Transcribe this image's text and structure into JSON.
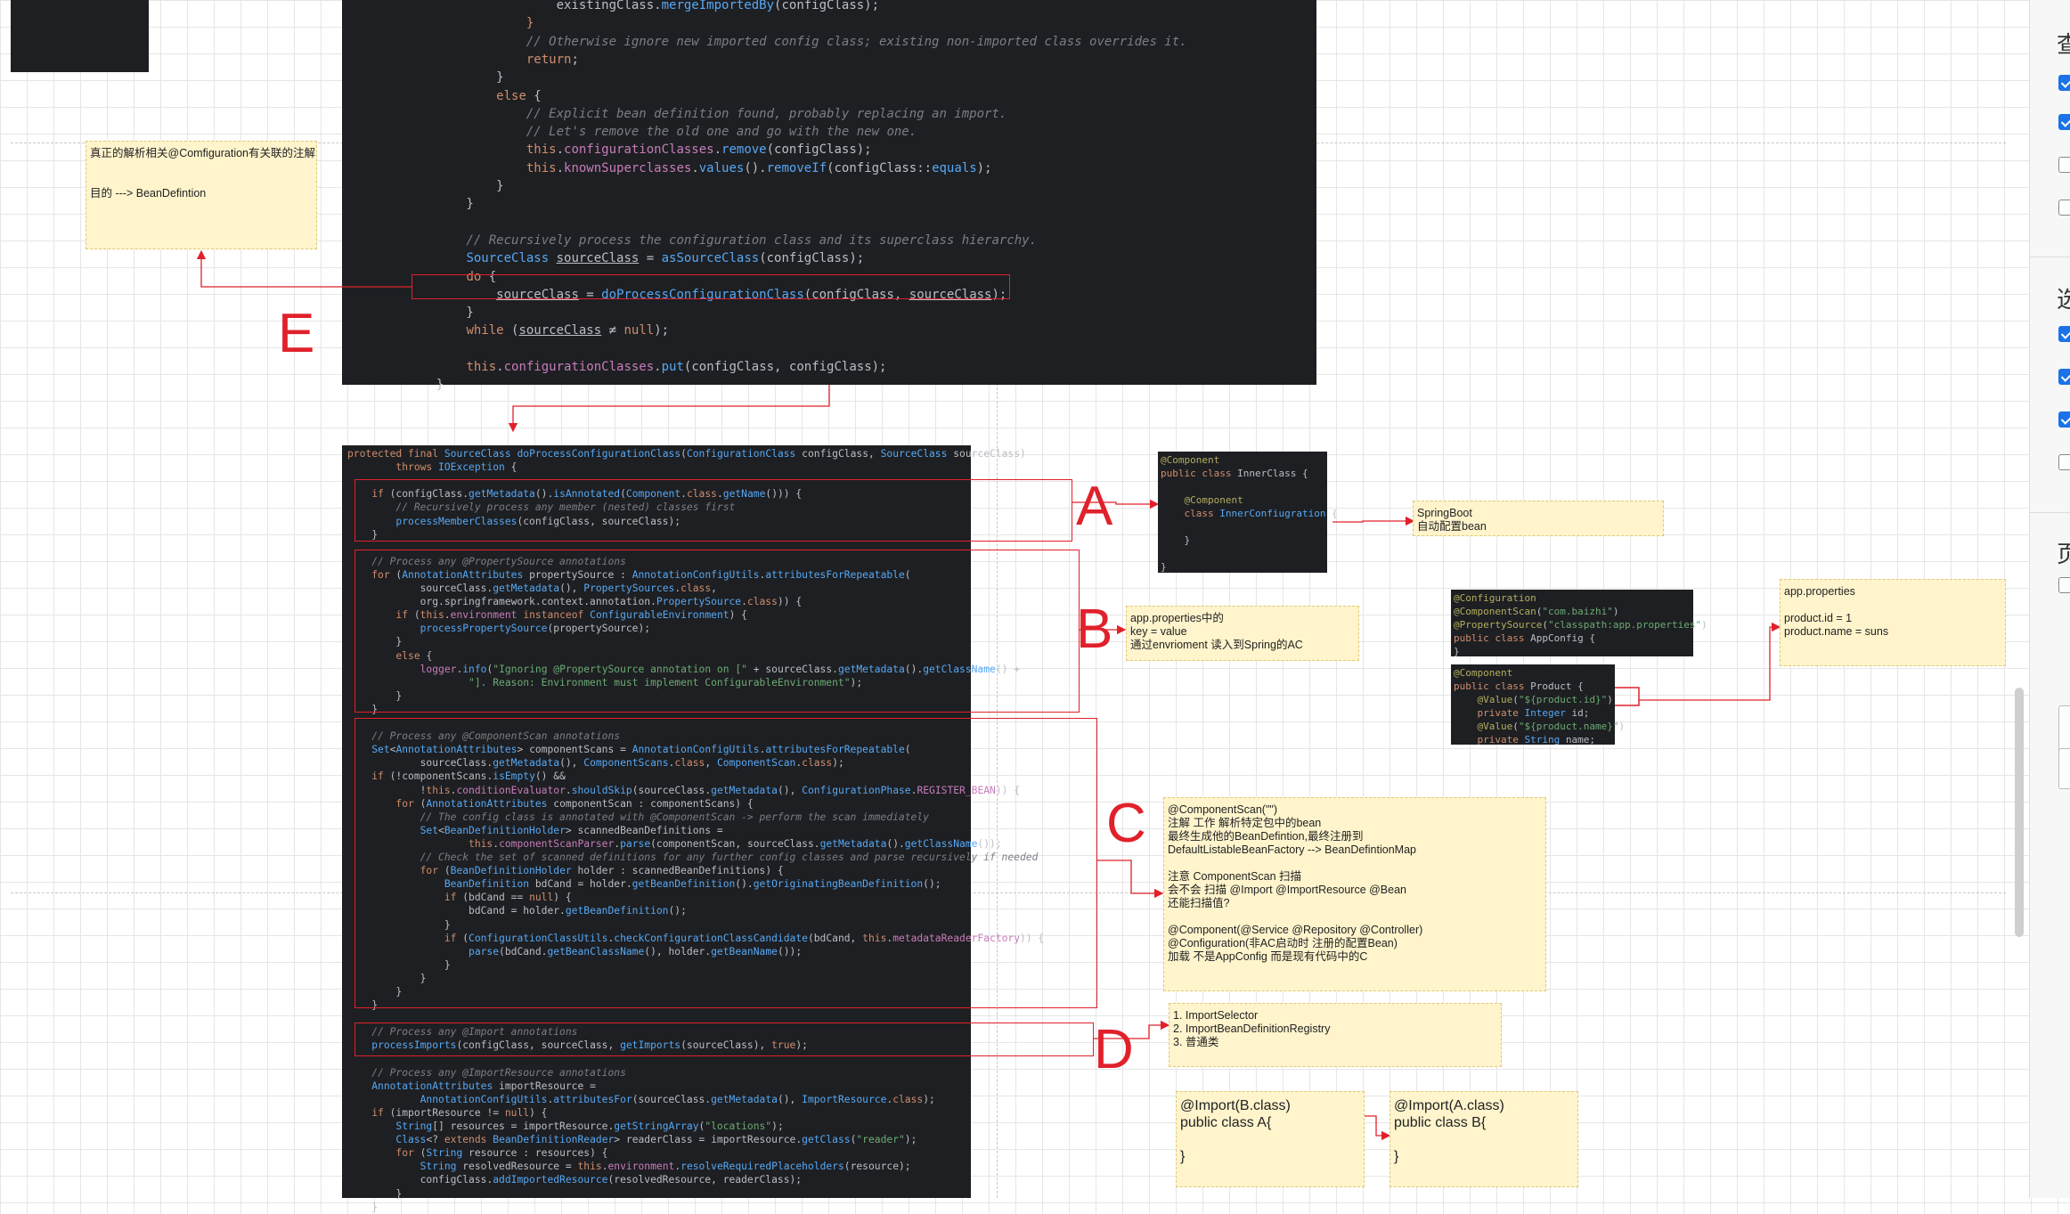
{
  "top_code": [
    "                    <v>existingClass</v>.<f>mergeImportedBy</f>(configClass);",
    "                <k>}</k>",
    "                <c>// Otherwise ignore new imported config class; existing non-imported class overrides it.</c>",
    "                <k>return</k>;",
    "            }",
    "            <k>else</k> {",
    "                <c>// Explicit bean definition found, probably replacing an import.</c>",
    "                <c>// Let's remove the old one and go with the new one.</c>",
    "                <k>this</k>.<p>configurationClasses</p>.<f>remove</f>(configClass);",
    "                <k>this</k>.<p>knownSuperclasses</p>.<f>values</f>().<f>removeIf</f>(configClass::<f>equals</f>);",
    "            }",
    "        }",
    "",
    "        <c>// Recursively process the configuration class and its superclass hierarchy.</c>",
    "        <t>SourceClass</t> <u>sourceClass</u> = <f>asSourceClass</f>(configClass);",
    "        <k>do</k> {",
    "            <u>sourceClass</u> = <f>doProcessConfigurationClass</f>(configClass, <u>sourceClass</u>);",
    "        }",
    "        <k>while</k> (<u>sourceClass</u> ≠ <k>null</k>);",
    "",
    "        <k>this</k>.<p>configurationClasses</p>.<f>put</f>(configClass, configClass);",
    "    }"
  ],
  "main_code": [
    "<k>protected final</k> <t>SourceClass</t> <f>doProcessConfigurationClass</f>(<t>ConfigurationClass</t> configClass, <t>SourceClass</t> sourceClass)",
    "        <k>throws</k> <t>IOException</t> {",
    "",
    "    <k>if</k> (configClass.<f>getMetadata</f>().<f>isAnnotated</f>(<t>Component</t>.<k>class</k>.<f>getName</f>())) {",
    "        <c>// Recursively process any member (nested) classes first</c>",
    "        <f>processMemberClasses</f>(configClass, sourceClass);",
    "    }",
    "",
    "    <c>// Process any @PropertySource annotations</c>",
    "    <k>for</k> (<t>AnnotationAttributes</t> propertySource : <t>AnnotationConfigUtils</t>.<f>attributesForRepeatable</f>(",
    "            sourceClass.<f>getMetadata</f>(), <t>PropertySources</t>.<k>class</k>,",
    "            org.springframework.context.annotation.<t>PropertySource</t>.<k>class</k>)) {",
    "        <k>if</k> (<k>this</k>.<p>environment</p> <k>instanceof</k> <t>ConfigurableEnvironment</t>) {",
    "            <f>processPropertySource</f>(propertySource);",
    "        }",
    "        <k>else</k> {",
    "            <p>logger</p>.<f>info</f>(<s>\"Ignoring @PropertySource annotation on [\"</s> + sourceClass.<f>getMetadata</f>().<f>getClassName</f>() +",
    "                    <s>\"]. Reason: Environment must implement ConfigurableEnvironment\"</s>);",
    "        }",
    "    }",
    "",
    "    <c>// Process any @ComponentScan annotations</c>",
    "    <t>Set</t>&lt;<t>AnnotationAttributes</t>&gt; componentScans = <t>AnnotationConfigUtils</t>.<f>attributesForRepeatable</f>(",
    "            sourceClass.<f>getMetadata</f>(), <t>ComponentScans</t>.<k>class</k>, <t>ComponentScan</t>.<k>class</k>);",
    "    <k>if</k> (!componentScans.<f>isEmpty</f>() &amp;&amp;",
    "            !<k>this</k>.<p>conditionEvaluator</p>.<f>shouldSkip</f>(sourceClass.<f>getMetadata</f>(), <t>ConfigurationPhase</t>.<p>REGISTER_BEAN</p>)) {",
    "        <k>for</k> (<t>AnnotationAttributes</t> componentScan : componentScans) {",
    "            <c>// The config class is annotated with @ComponentScan -> perform the scan immediately</c>",
    "            <t>Set</t>&lt;<t>BeanDefinitionHolder</t>&gt; scannedBeanDefinitions =",
    "                    <k>this</k>.<p>componentScanParser</p>.<f>parse</f>(componentScan, sourceClass.<f>getMetadata</f>().<f>getClassName</f>());",
    "            <c>// Check the set of scanned definitions for any further config classes and parse recursively if needed</c>",
    "            <k>for</k> (<t>BeanDefinitionHolder</t> holder : scannedBeanDefinitions) {",
    "                <t>BeanDefinition</t> bdCand = holder.<f>getBeanDefinition</f>().<f>getOriginatingBeanDefinition</f>();",
    "                <k>if</k> (bdCand == <k>null</k>) {",
    "                    bdCand = holder.<f>getBeanDefinition</f>();",
    "                }",
    "                <k>if</k> (<t>ConfigurationClassUtils</t>.<f>checkConfigurationClassCandidate</f>(bdCand, <k>this</k>.<p>metadataReaderFactory</p>)) {",
    "                    <f>parse</f>(bdCand.<f>getBeanClassName</f>(), holder.<f>getBeanName</f>());",
    "                }",
    "            }",
    "        }",
    "    }",
    "",
    "    <c>// Process any @Import annotations</c>",
    "    <f>processImports</f>(configClass, sourceClass, <f>getImports</f>(sourceClass), <k>true</k>);",
    "",
    "    <c>// Process any @ImportResource annotations</c>",
    "    <t>AnnotationAttributes</t> importResource =",
    "            <t>AnnotationConfigUtils</t>.<f>attributesFor</f>(sourceClass.<f>getMetadata</f>(), <t>ImportResource</t>.<k>class</k>);",
    "    <k>if</k> (importResource != <k>null</k>) {",
    "        <t>String</t>[] resources = importResource.<f>getStringArray</f>(<s>\"locations\"</s>);",
    "        <t>Class</t>&lt;? <k>extends</k> <t>BeanDefinitionReader</t>&gt; readerClass = importResource.<f>getClass</f>(<s>\"reader\"</s>);",
    "        <k>for</k> (<t>String</t> resource : resources) {",
    "            <t>String</t> resolvedResource = <k>this</k>.<p>environment</p>.<f>resolveRequiredPlaceholders</f>(resource);",
    "            configClass.<f>addImportedResource</f>(resolvedResource, readerClass);",
    "        }",
    "    }"
  ],
  "inner_class_code": [
    "<a>@Component</a>",
    "<k>public class</k> InnerClass {",
    "",
    "    <a>@Component</a>",
    "    <k>class</k> <t>InnerConfiugration</t> {",
    "",
    "    }",
    "",
    "}"
  ],
  "appconfig_code": [
    "<a>@Configuration</a>",
    "<a>@ComponentScan</a>(<s>\"com.baizhi\"</s>)",
    "<a>@PropertySource</a>(<s>\"classpath:app.properties\"</s>)",
    "<k>public class</k> AppConfig {",
    "}"
  ],
  "product_code": [
    "<a>@Component</a>",
    "<k>public class</k> Product {",
    "    <a>@Value</a>(<s>\"${product.id}\"</s>)",
    "    <k>private</k> <t>Integer</t> id;",
    "    <a>@Value</a>(<s>\"${product.name}\"</s>)",
    "    <k>private</k> <t>String</t> name;"
  ],
  "notes": {
    "e_note": "真正的解析相关@Comfiguration有关联的注解\n\n\n目的 ---> BeanDefintion",
    "springboot": "SpringBoot\n自动配置bean",
    "b_note": "app.properties中的\nkey = value\n通过envrioment 读入到Spring的AC",
    "app_properties": "app.properties\n\nproduct.id = 1\nproduct.name = suns",
    "c_note": "@ComponentScan(\"\")\n注解 工作 解析特定包中的bean\n最终生成他的BeanDefintion,最终注册到\nDefaultListableBeanFactory --> BeanDefintionMap\n\n注意 ComponentScan 扫描\n会不会 扫描 @Import @ImportResource @Bean\n还能扫描值?\n\n@Component(@Service @Repository @Controller)\n@Configuration(非AC启动时 注册的配置Bean)\n加载 不是AppConfig 而是现有代码中的C",
    "d_note": "1. ImportSelector\n2. ImportBeanDefinitionRegistry\n3. 普通类",
    "import_a": "@Import(B.class)\npublic class A{\n\n}",
    "import_b": "@Import(A.class)\npublic class B{\n\n}"
  },
  "letters": {
    "a": "A",
    "b": "B",
    "c": "C",
    "d": "D",
    "e": "E"
  },
  "sidebar": {
    "glyph1": "查",
    "glyph2": "选",
    "glyph3": "页",
    "checkboxes": [
      true,
      true,
      false,
      false,
      true,
      true,
      true,
      false,
      false
    ]
  },
  "colors": {
    "accent_red": "#e0212b",
    "checkbox_blue": "#1a73e8",
    "note_fill": "#fff4cc"
  }
}
